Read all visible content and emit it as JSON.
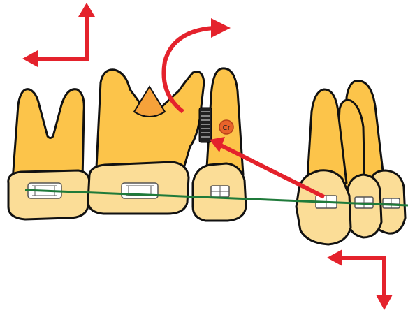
{
  "annotation": {
    "cr_label": "Cr"
  },
  "colors": {
    "root": "#fcc44a",
    "crown": "#fbdd97",
    "pulp": "#f6a23a",
    "arrow": "#e4222c",
    "archwire": "#1f7a3a",
    "anchor_marker": "#e8632a",
    "spring": "#222222"
  },
  "elements": {
    "teeth": [
      "second-molar",
      "first-molar",
      "premolar",
      "canine-group"
    ],
    "arrows": [
      "molar-axis-arrow",
      "rotation-arrow",
      "retraction-arrow",
      "canine-axis-arrow"
    ],
    "wire": "archwire",
    "spring": "coil-spring",
    "marker": "center-of-resistance-marker"
  }
}
